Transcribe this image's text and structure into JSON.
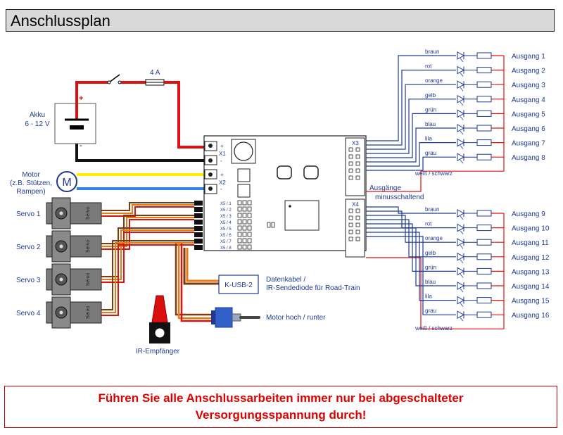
{
  "title": "Anschlussplan",
  "warning": {
    "line1": "Führen Sie alle Anschlussarbeiten immer nur bei abgeschalteter",
    "line2": "Versorgungsspannung durch!"
  },
  "power": {
    "battery_label1": "Akku",
    "battery_label2": "6 - 12 V",
    "fuse_label": "4 A",
    "plus": "+",
    "minus": "-"
  },
  "motor": {
    "label1": "Motor",
    "label2": "(z.B. Stützen,",
    "label3": "Rampen)",
    "symbol": "M"
  },
  "board": {
    "x1": "X1",
    "x2": "X2",
    "x3": "X3",
    "x4": "X4",
    "plus": "+",
    "minus": "-",
    "pin_labels": [
      "X5 / 1",
      "X5 / 2",
      "X5 / 3",
      "X5 / 4",
      "X5 / 5",
      "X5 / 6",
      "X5 / 7",
      "X5 / 8"
    ]
  },
  "servos": [
    {
      "label": "Servo 1",
      "body": "Servo"
    },
    {
      "label": "Servo 2",
      "body": "Servo"
    },
    {
      "label": "Servo 3",
      "body": "Servo"
    },
    {
      "label": "Servo 4",
      "body": "Servo"
    }
  ],
  "accessories": {
    "usb_box": "K-USB-2",
    "usb_desc1": "Datenkabel /",
    "usb_desc2": "IR-Sendediode für Road-Train",
    "switch_label": "Motor hoch / runter",
    "ir_label": "IR-Empfänger"
  },
  "outputs_group_label1": "Ausgänge",
  "outputs_group_label2": "minusschaltend",
  "common_wire": "weiß / schwarz",
  "outputs_top": [
    {
      "color": "braun",
      "label": "Ausgang 1"
    },
    {
      "color": "rot",
      "label": "Ausgang 2"
    },
    {
      "color": "orange",
      "label": "Ausgang 3"
    },
    {
      "color": "gelb",
      "label": "Ausgang 4"
    },
    {
      "color": "grün",
      "label": "Ausgang 5"
    },
    {
      "color": "blau",
      "label": "Ausgang 6"
    },
    {
      "color": "lila",
      "label": "Ausgang 7"
    },
    {
      "color": "grau",
      "label": "Ausgang 8"
    }
  ],
  "outputs_bottom": [
    {
      "color": "braun",
      "label": "Ausgang 9"
    },
    {
      "color": "rot",
      "label": "Ausgang 10"
    },
    {
      "color": "orange",
      "label": "Ausgang 11"
    },
    {
      "color": "gelb",
      "label": "Ausgang 12"
    },
    {
      "color": "grün",
      "label": "Ausgang 13"
    },
    {
      "color": "blau",
      "label": "Ausgang 14"
    },
    {
      "color": "lila",
      "label": "Ausgang 15"
    },
    {
      "color": "grau",
      "label": "Ausgang 16"
    }
  ],
  "colors": {
    "plus_wire": "#e01010",
    "minus_wire": "#111111",
    "output_wire": "#1f3a93",
    "motor_yellow": "#ffee00",
    "motor_blue": "#2f86e0",
    "servo_orange": "#e87a10",
    "servo_brown": "#7a3b10",
    "warning_red": "#e00000"
  }
}
